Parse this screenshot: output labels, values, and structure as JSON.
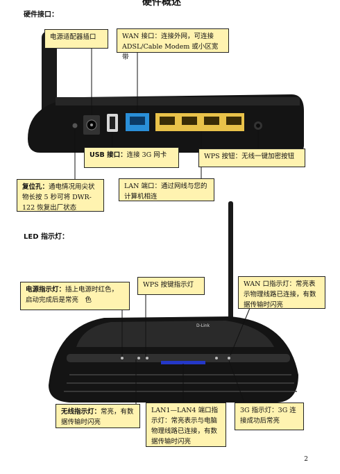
{
  "page": {
    "top_title": "硬件概述",
    "section_hardware": "硬件接口：",
    "section_led": "LED 指示灯：",
    "page_number": "2"
  },
  "hardware_callouts": {
    "power_port": "电源适配器插口",
    "wan_port": "WAN 接口：连接外网，可连接 ADSL/Cable Modem 或小区宽带",
    "usb_port_label": "USB 接口：",
    "usb_port_text": "连接 3G 网卡",
    "wps_button": "WPS 按钮：无线一键加密按钮",
    "reset_label": "复位孔：",
    "reset_text": "通电情况用尖状物长按 5 秒可将 DWR-122 恢复出厂状态",
    "lan_port": "LAN 端口：通过网线与您的计算机相连"
  },
  "led_callouts": {
    "power_led_label": "电源指示灯：",
    "power_led_text": "插上电源时红色，启动完成后是常亮　色",
    "wps_led": "WPS 按键指示灯",
    "wan_led": "WAN 口指示灯：常亮表示物理线路已连接，有数据传输时闪亮",
    "wireless_led_label": "无线指示灯：",
    "wireless_led_text": "常亮，有数据传输时闪亮",
    "lan_led": "LAN1—LAN4 端口指示灯：常亮表示与电脑物理线路已连接，有数据传输时闪亮",
    "3g_led": "3G 指示灯：3G 连接成功后常亮"
  },
  "router_front": {
    "brand": "D-Link"
  },
  "colors": {
    "callout_bg": "#fff3b0",
    "wan_port": "#2a8fd8",
    "lan_port": "#e9c24a",
    "router_body": "#141414",
    "led_bar": "#2438c8"
  }
}
